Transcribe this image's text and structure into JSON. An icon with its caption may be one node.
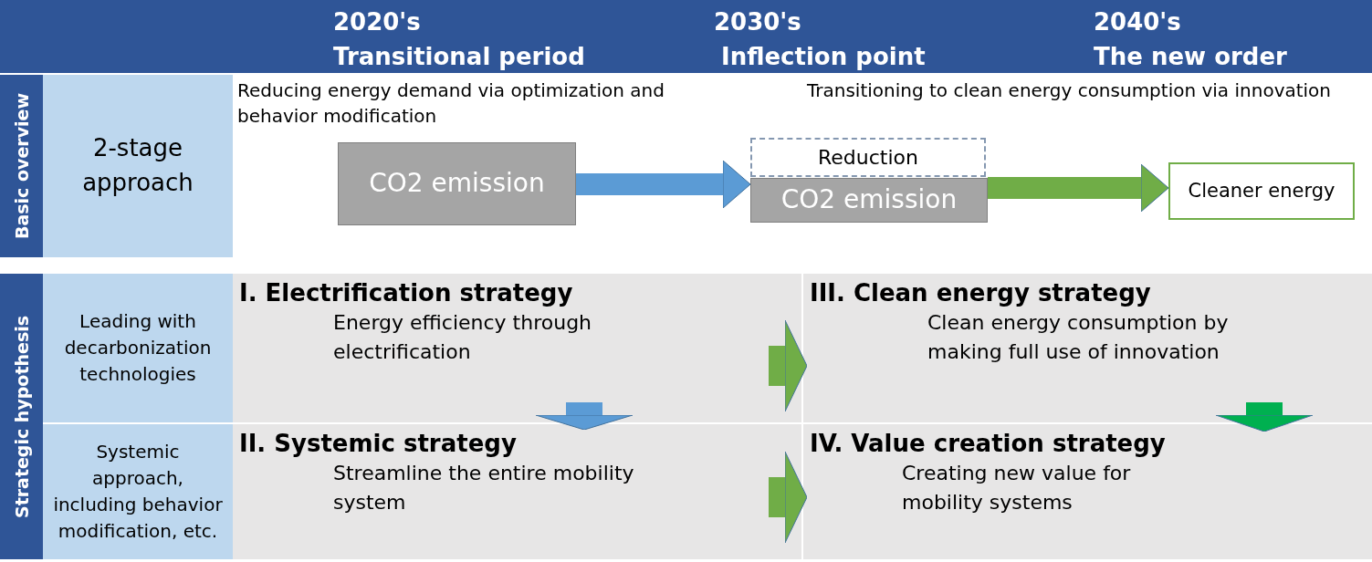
{
  "diagram": {
    "nodes": [
      {
        "text": [
          "Basic overview"
        ]
      },
      {
        "text": [
          "2-stage approach"
        ]
      },
      {
        "text": [
          "CO2 emission"
        ]
      },
      {
        "text": [
          "Reduction"
        ]
      },
      {
        "text": [
          "CO2 emission"
        ]
      },
      {
        "text": [
          "Cleaner energy"
        ]
      },
      {
        "text": [
          "Strategic hypothesis"
        ]
      },
      {
        "text": [
          "Leading with decarbonization technologies"
        ]
      },
      {
        "text": [
          "Systemic approach, including behavior modification, etc."
        ]
      },
      {
        "text": [
          "I. Electrification strategy",
          "Energy efficiency through electrification"
        ]
      },
      {
        "text": [
          "II. Systemic strategy",
          "Streamline the entire mobility system"
        ]
      },
      {
        "text": [
          "III. Clean energy strategy",
          "Clean energy consumption by making full use of innovation"
        ]
      },
      {
        "text": [
          "IV. Value creation strategy",
          "Creating new value for mobility systems"
        ]
      }
    ],
    "edges": [
      {
        "from": 2,
        "to": 4,
        "arrow": "to",
        "color": "#5b9bd5"
      },
      {
        "from": 4,
        "to": 5,
        "arrow": "to"
      },
      {
        "from": 9,
        "to": 11,
        "arrow": "to"
      },
      {
        "from": 9,
        "to": 10,
        "arrow": "to",
        "color": "#5b9bd5"
      },
      {
        "from": 10,
        "to": 12,
        "arrow": "to"
      },
      {
        "from": 11,
        "to": 12,
        "arrow": "to",
        "color": "#00b050"
      }
    ],
    "labels": [
      "2020's",
      "Transitional period",
      "2030's",
      "Inflection point",
      "2040's",
      "The new order",
      "Reducing energy demand via optimization and behavior modification",
      "Transitioning to clean energy consumption via innovation"
    ]
  }
}
